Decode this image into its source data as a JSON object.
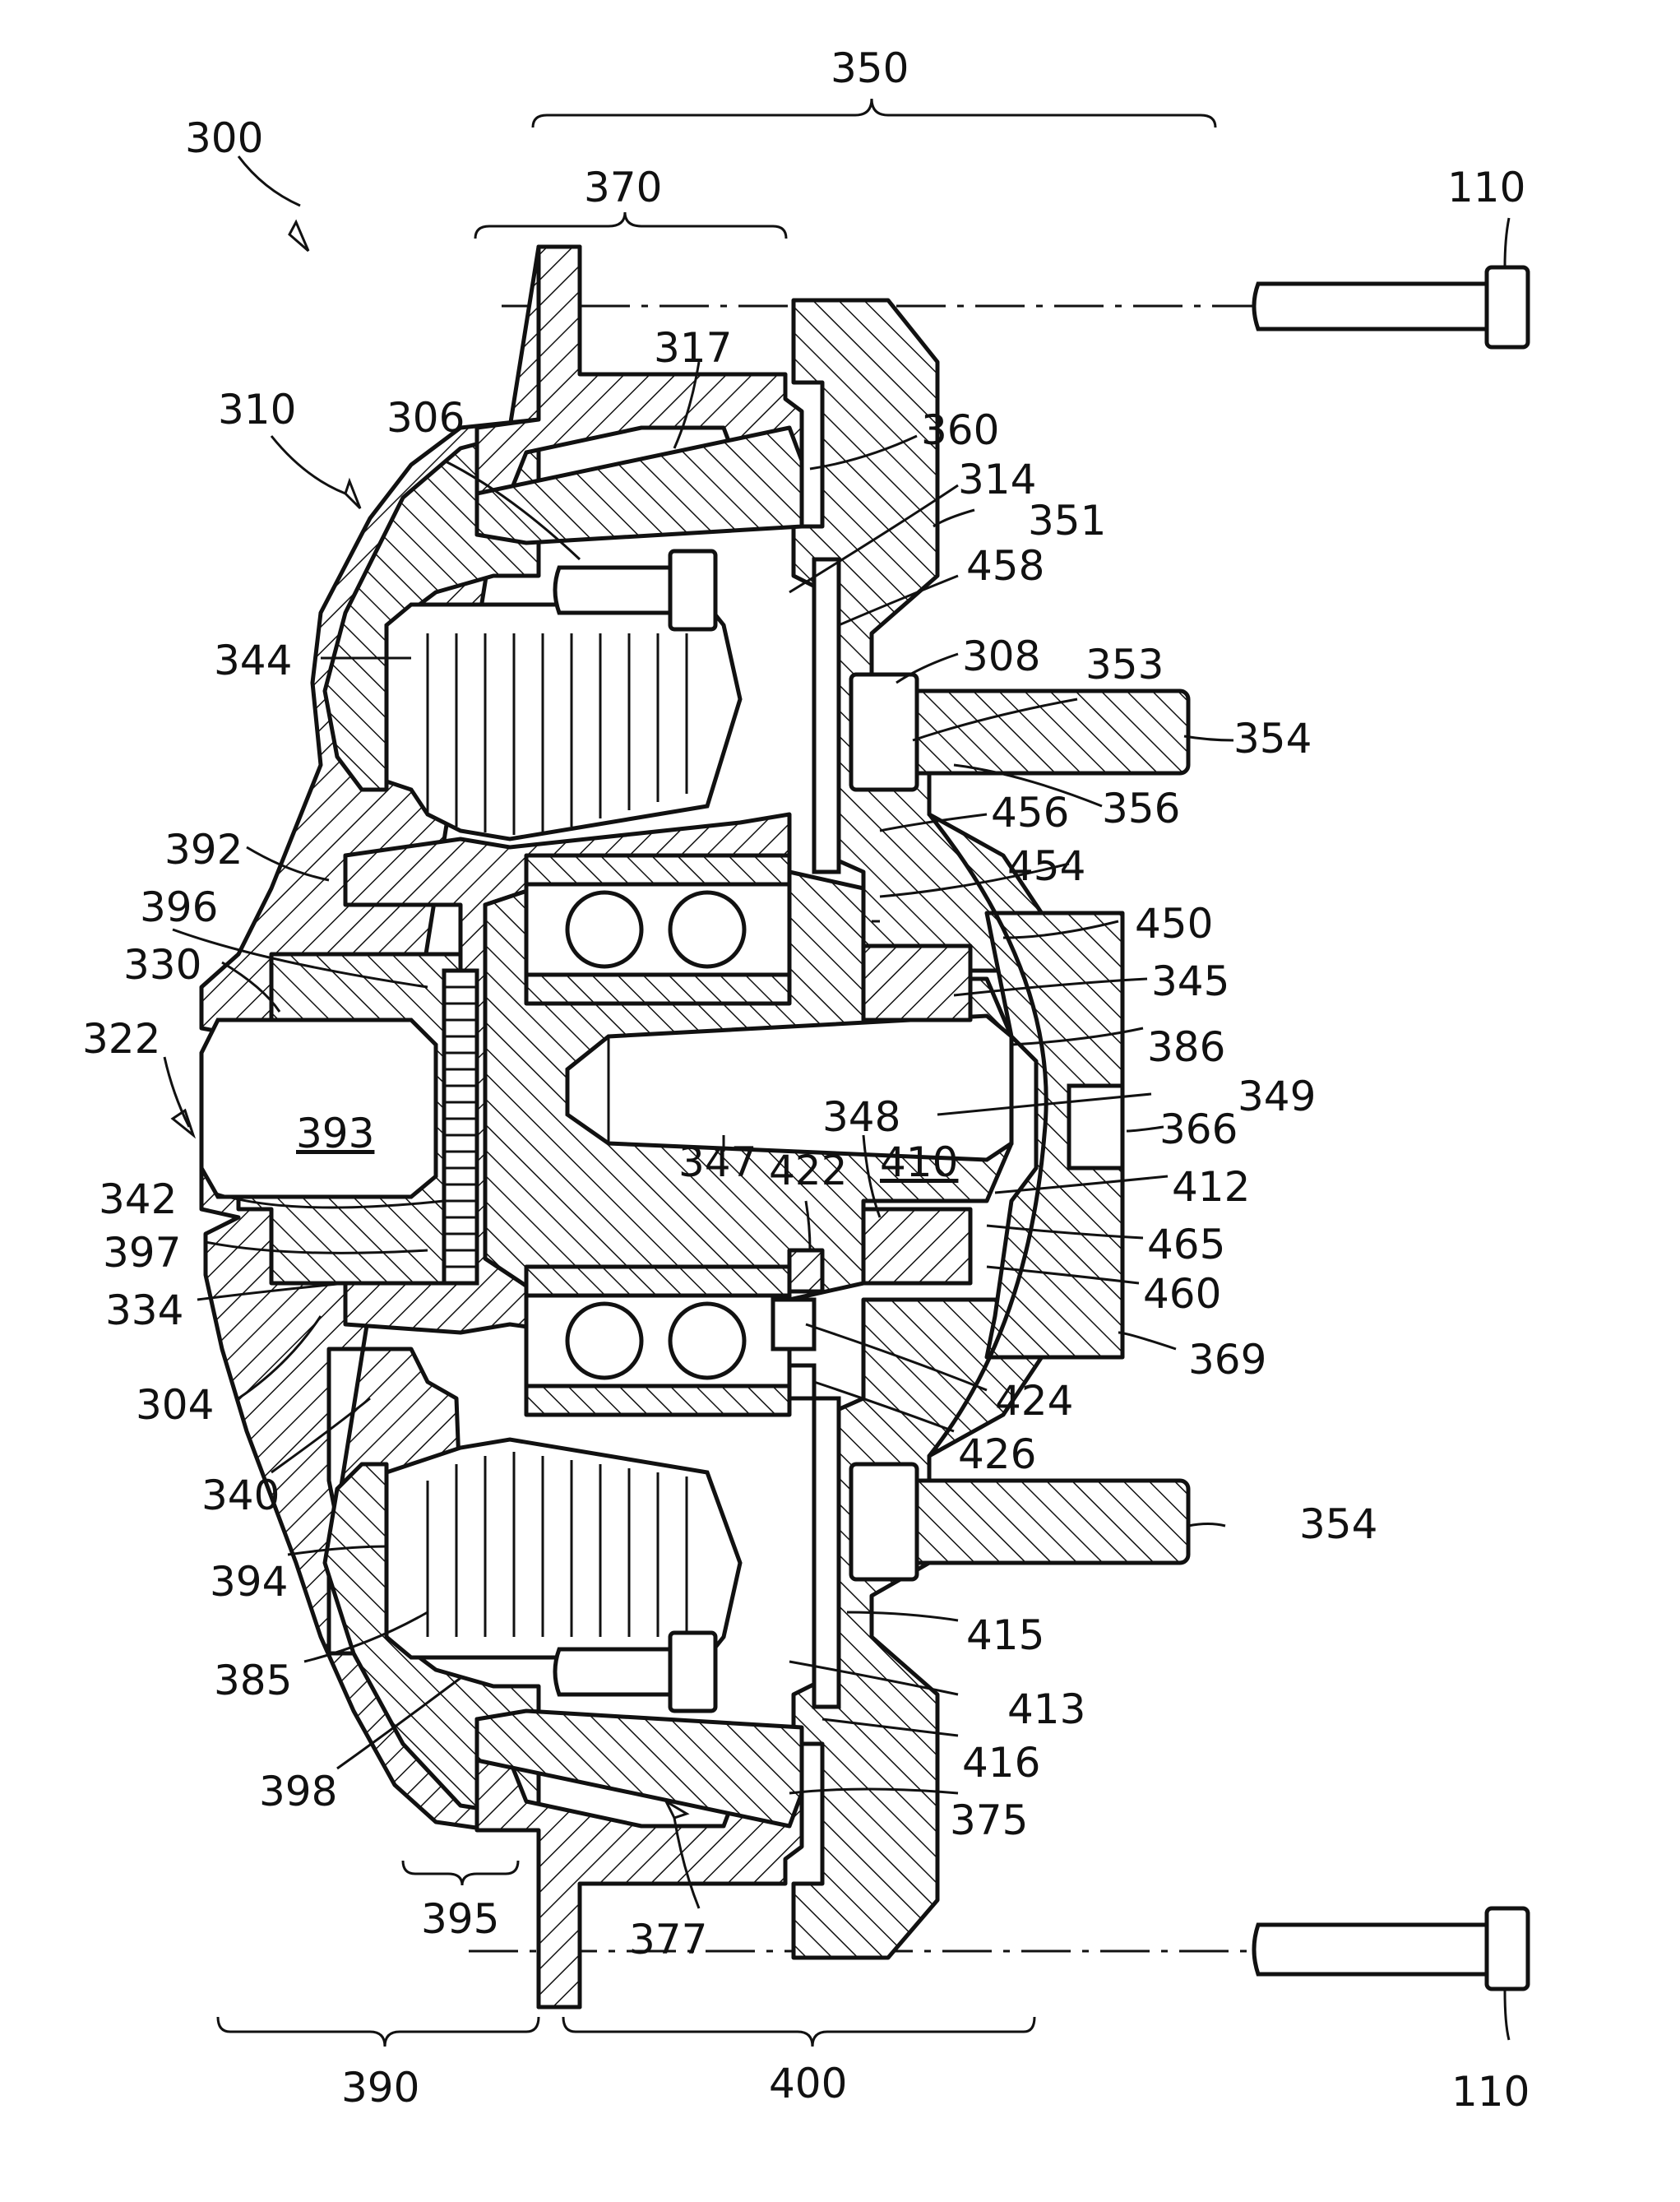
{
  "figure": {
    "labels": {
      "l300": "300",
      "l350": "350",
      "l370": "370",
      "l110a": "110",
      "l110b": "110",
      "l310": "310",
      "l317": "317",
      "l306": "306",
      "l360": "360",
      "l314": "314",
      "l351": "351",
      "l458": "458",
      "l344": "344",
      "l308": "308",
      "l353": "353",
      "l354a": "354",
      "l354b": "354",
      "l356": "356",
      "l456": "456",
      "l392": "392",
      "l454": "454",
      "l396": "396",
      "l450": "450",
      "l330": "330",
      "l345": "345",
      "l386": "386",
      "l322": "322",
      "l349": "349",
      "l393": "393",
      "l366": "366",
      "l348": "348",
      "l347": "347",
      "l422": "422",
      "l410": "410",
      "l342": "342",
      "l412": "412",
      "l397": "397",
      "l465": "465",
      "l334": "334",
      "l460": "460",
      "l369": "369",
      "l304": "304",
      "l424": "424",
      "l426": "426",
      "l340": "340",
      "l394": "394",
      "l415": "415",
      "l385": "385",
      "l413": "413",
      "l416": "416",
      "l398": "398",
      "l375": "375",
      "l395": "395",
      "l377": "377",
      "l390": "390",
      "l400": "400"
    }
  }
}
